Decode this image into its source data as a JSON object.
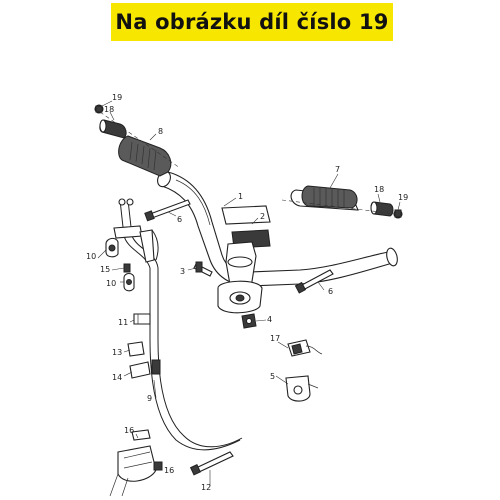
{
  "banner": {
    "text": "Na obrázku díl číslo 19",
    "color": "#f7e600"
  },
  "labels": {
    "n1": "1",
    "n2": "2",
    "n3": "3",
    "n4": "4",
    "n5": "5",
    "n6a": "6",
    "n6b": "6",
    "n7": "7",
    "n8": "8",
    "n9": "9",
    "n10a": "10",
    "n10b": "10",
    "n11": "11",
    "n12": "12",
    "n13": "13",
    "n14": "14",
    "n15": "15",
    "n16a": "16",
    "n16b": "16",
    "n17": "17",
    "n18a": "18",
    "n18b": "18",
    "n19a": "19",
    "n19b": "19"
  }
}
